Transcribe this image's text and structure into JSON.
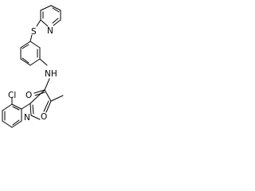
{
  "structure": {
    "atom_labels": {
      "sulfur": "S",
      "pyridine_n": "N",
      "amide_nh": "NH",
      "carbonyl_o": "O",
      "isoxazole_o": "O",
      "isoxazole_n": "N",
      "chloro": "Cl"
    }
  }
}
